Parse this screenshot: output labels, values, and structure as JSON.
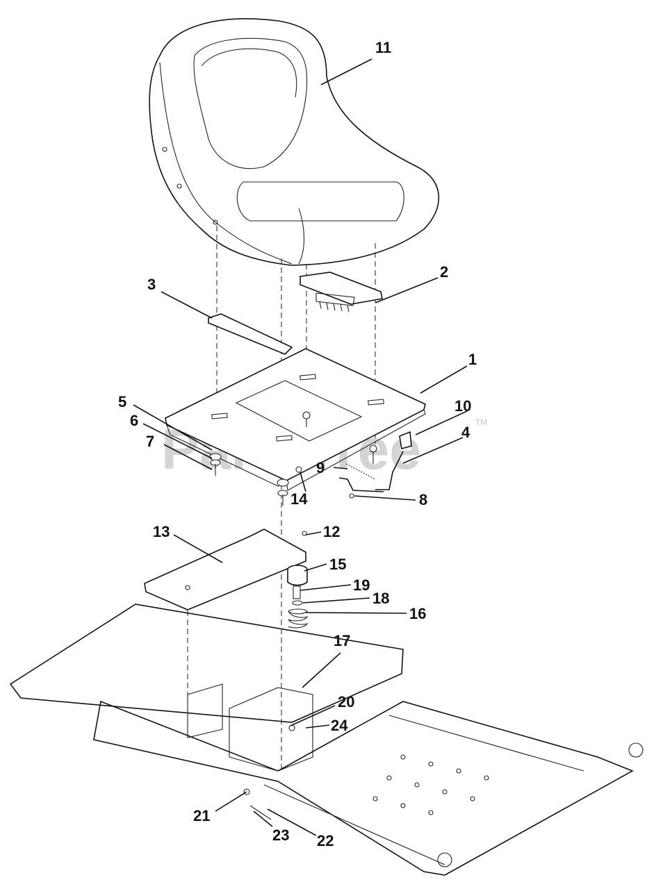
{
  "watermark": {
    "text": "PartsTree",
    "tm": "TM"
  },
  "callouts": [
    {
      "id": "1",
      "label": "1"
    },
    {
      "id": "2",
      "label": "2"
    },
    {
      "id": "3",
      "label": "3"
    },
    {
      "id": "4",
      "label": "4"
    },
    {
      "id": "5",
      "label": "5"
    },
    {
      "id": "6",
      "label": "6"
    },
    {
      "id": "7",
      "label": "7"
    },
    {
      "id": "8",
      "label": "8"
    },
    {
      "id": "9",
      "label": "9"
    },
    {
      "id": "10",
      "label": "10"
    },
    {
      "id": "11",
      "label": "11"
    },
    {
      "id": "12",
      "label": "12"
    },
    {
      "id": "13",
      "label": "13"
    },
    {
      "id": "14",
      "label": "14"
    },
    {
      "id": "15",
      "label": "15"
    },
    {
      "id": "16",
      "label": "16"
    },
    {
      "id": "17",
      "label": "17"
    },
    {
      "id": "18",
      "label": "18"
    },
    {
      "id": "19",
      "label": "19"
    },
    {
      "id": "20",
      "label": "20"
    },
    {
      "id": "21",
      "label": "21"
    },
    {
      "id": "22",
      "label": "22"
    },
    {
      "id": "23",
      "label": "23"
    },
    {
      "id": "24",
      "label": "24"
    }
  ]
}
